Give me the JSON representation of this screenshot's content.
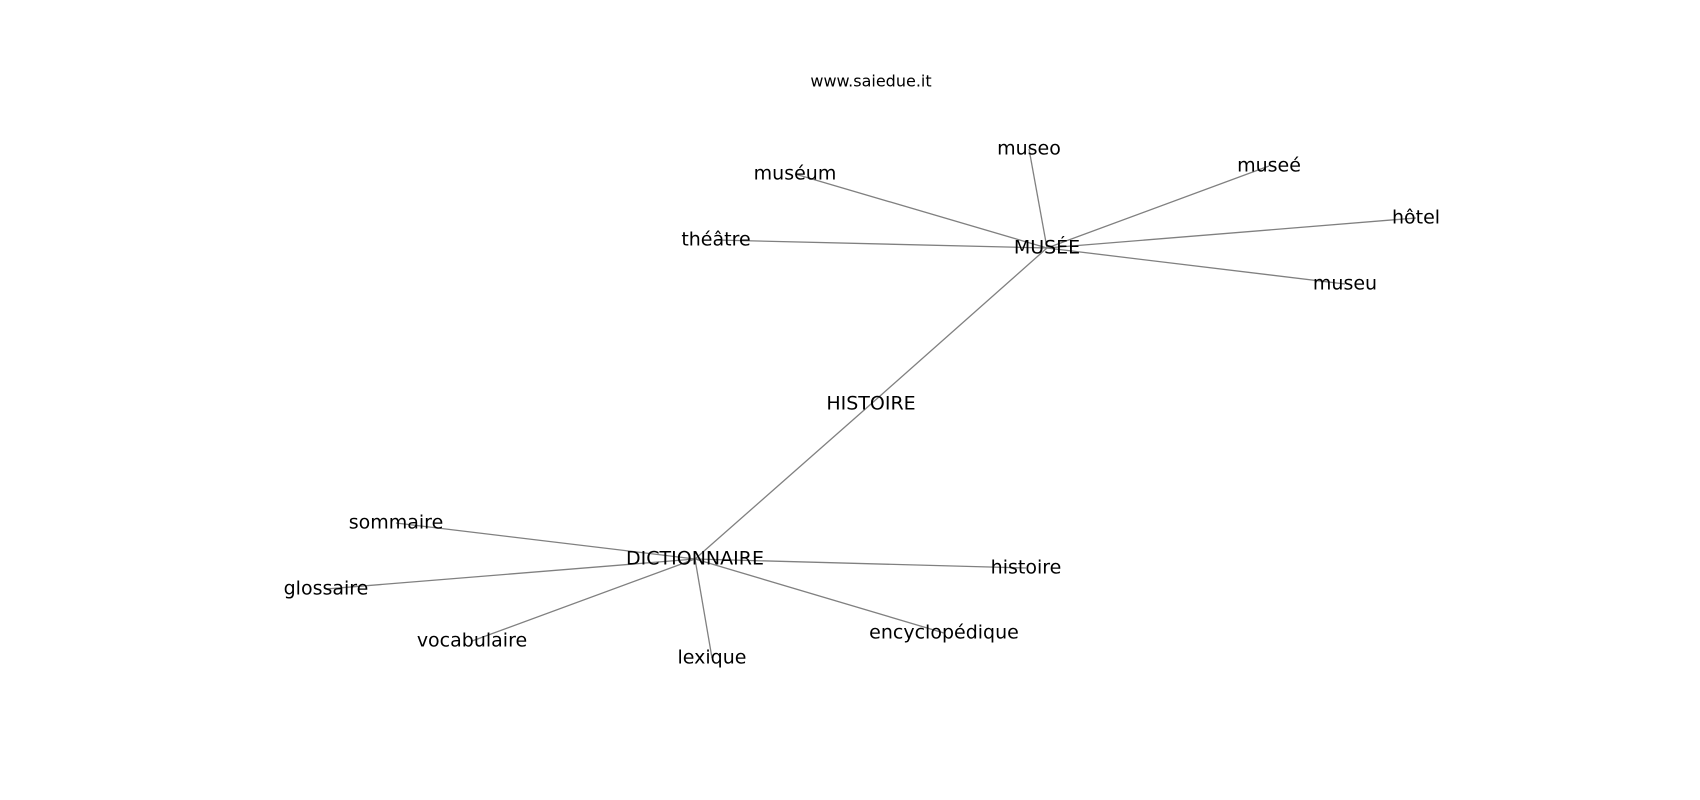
{
  "header": {
    "source": "www.saiedue.it"
  },
  "graph": {
    "nodes": [
      {
        "id": "histoire_c",
        "label": "HISTOIRE"
      },
      {
        "id": "musee_c",
        "label": "MUSÉE"
      },
      {
        "id": "dictionnaire_c",
        "label": "DICTIONNAIRE"
      },
      {
        "id": "museo",
        "label": "museo"
      },
      {
        "id": "museum",
        "label": "muséum"
      },
      {
        "id": "musee2",
        "label": "museé"
      },
      {
        "id": "theatre",
        "label": "théâtre"
      },
      {
        "id": "hotel",
        "label": "hôtel"
      },
      {
        "id": "museu",
        "label": "museu"
      },
      {
        "id": "sommaire",
        "label": "sommaire"
      },
      {
        "id": "glossaire",
        "label": "glossaire"
      },
      {
        "id": "vocabulaire",
        "label": "vocabulaire"
      },
      {
        "id": "lexique",
        "label": "lexique"
      },
      {
        "id": "encyclopedique",
        "label": "encyclopédique"
      },
      {
        "id": "histoire",
        "label": "histoire"
      }
    ],
    "edges": [
      [
        "histoire_c",
        "musee_c"
      ],
      [
        "histoire_c",
        "dictionnaire_c"
      ],
      [
        "musee_c",
        "museo"
      ],
      [
        "musee_c",
        "museum"
      ],
      [
        "musee_c",
        "musee2"
      ],
      [
        "musee_c",
        "theatre"
      ],
      [
        "musee_c",
        "hotel"
      ],
      [
        "musee_c",
        "museu"
      ],
      [
        "dictionnaire_c",
        "sommaire"
      ],
      [
        "dictionnaire_c",
        "glossaire"
      ],
      [
        "dictionnaire_c",
        "vocabulaire"
      ],
      [
        "dictionnaire_c",
        "lexique"
      ],
      [
        "dictionnaire_c",
        "encyclopedique"
      ],
      [
        "dictionnaire_c",
        "histoire"
      ]
    ]
  }
}
